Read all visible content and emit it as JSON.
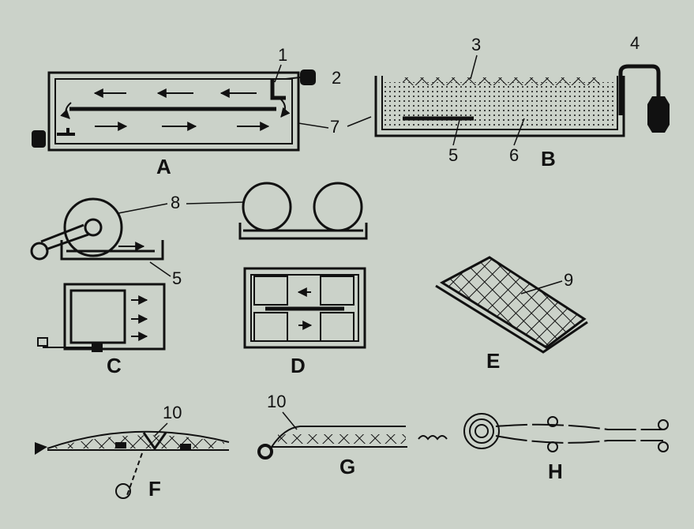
{
  "colors": {
    "paper": "#cbd2c9",
    "ink": "#111111",
    "sand": "#9aa09a"
  },
  "panels": {
    "A": {
      "caption": "A"
    },
    "B": {
      "caption": "B"
    },
    "C": {
      "caption": "C"
    },
    "D": {
      "caption": "D"
    },
    "E": {
      "caption": "E"
    },
    "F": {
      "caption": "F"
    },
    "G": {
      "caption": "G"
    },
    "H": {
      "caption": "H"
    }
  },
  "callouts": {
    "c1": "1",
    "c2": "2",
    "c3": "3",
    "c4": "4",
    "c5a": "5",
    "c5b": "5",
    "c6": "6",
    "c7": "7",
    "c8": "8",
    "c9": "9",
    "c10a": "10",
    "c10b": "10"
  }
}
